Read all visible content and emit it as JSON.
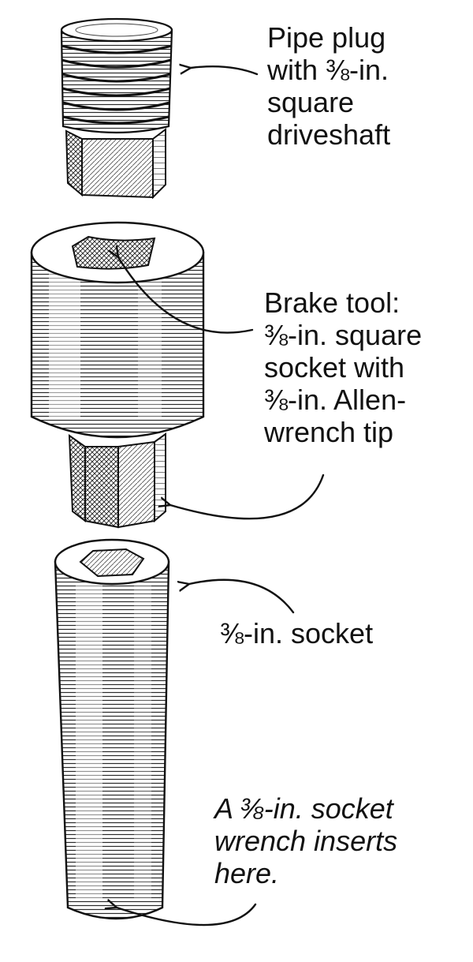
{
  "labels": {
    "pipe_plug": [
      "Pipe plug",
      "with ⅜-in.",
      "square",
      "driveshaft"
    ],
    "brake_tool": [
      "Brake tool:",
      "⅜-in. square",
      "socket with",
      "⅜-in. Allen-",
      "wrench tip"
    ],
    "socket": [
      "⅜-in. socket"
    ],
    "wrench_note": [
      "A ⅜-in. socket",
      "wrench inserts",
      "here."
    ]
  },
  "colors": {
    "ink": "#111111",
    "paper": "#ffffff",
    "hatch_dark": "#2a2a2a",
    "hatch_light": "#6b6b6b"
  },
  "icons": {
    "arrow": "hand-drawn-curved-arrow"
  }
}
